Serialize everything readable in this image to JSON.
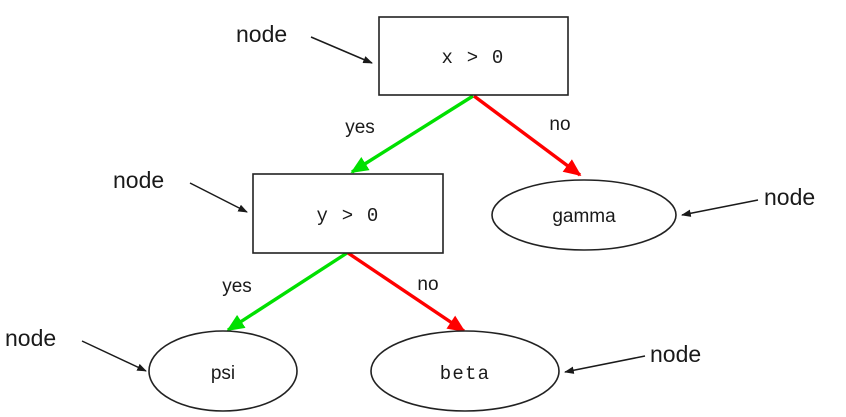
{
  "diagram": {
    "type": "decision-tree",
    "background_color": "#ffffff",
    "colors": {
      "yes_edge": "#00e000",
      "no_edge": "#ff0000",
      "node_stroke": "#222222",
      "node_fill": "#ffffff",
      "text": "#1a1a1a",
      "annotation_line": "#1a1a1a"
    },
    "nodes": {
      "root": {
        "label": "x > 0",
        "shape": "rectangle",
        "font": "mono"
      },
      "branch": {
        "label": "y > 0",
        "shape": "rectangle",
        "font": "mono"
      },
      "gamma": {
        "label": "gamma",
        "shape": "ellipse",
        "font": "sans"
      },
      "psi": {
        "label": "psi",
        "shape": "ellipse",
        "font": "sans"
      },
      "beta": {
        "label": "beta",
        "shape": "ellipse",
        "font": "mono"
      }
    },
    "edges": [
      {
        "from": "root",
        "to": "branch",
        "label": "yes",
        "color": "#00e000"
      },
      {
        "from": "root",
        "to": "gamma",
        "label": "no",
        "color": "#ff0000"
      },
      {
        "from": "branch",
        "to": "psi",
        "label": "yes",
        "color": "#00e000"
      },
      {
        "from": "branch",
        "to": "beta",
        "label": "no",
        "color": "#ff0000"
      }
    ],
    "annotations": [
      {
        "id": "annot-root",
        "text": "node",
        "target": "root"
      },
      {
        "id": "annot-branch",
        "text": "node",
        "target": "branch"
      },
      {
        "id": "annot-gamma",
        "text": "node",
        "target": "gamma"
      },
      {
        "id": "annot-psi",
        "text": "node",
        "target": "psi"
      },
      {
        "id": "annot-beta",
        "text": "node",
        "target": "beta"
      }
    ]
  }
}
